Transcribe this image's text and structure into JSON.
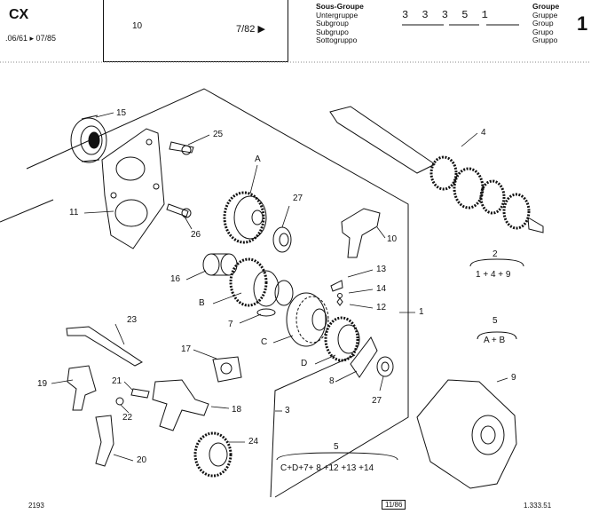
{
  "header": {
    "model": "CX",
    "date_range": ".06/61 ▸ 07/85",
    "box_number": "10",
    "box_date": "7/82 ▶",
    "subgroup_labels": [
      "Sous-Groupe",
      "Untergruppe",
      "Subgroup",
      "Subgrupo",
      "Sottogruppo"
    ],
    "subgroup_code": "3 3 3  5 1",
    "group_labels": [
      "Groupe",
      "Gruppe",
      "Group",
      "Grupo",
      "Gruppo"
    ],
    "group_number": "1"
  },
  "callouts": {
    "c15a": "15",
    "c25": "25",
    "c4": "4",
    "cA": "A",
    "c27a": "27",
    "c11": "11",
    "c26": "26",
    "c10": "10",
    "c16": "16",
    "c13": "13",
    "c14": "14",
    "c12": "12",
    "c1": "1",
    "cB": "B",
    "c7": "7",
    "cC": "C",
    "c23": "23",
    "c17": "17",
    "cD": "D",
    "c8": "8",
    "c27b": "27",
    "c19": "19",
    "c21": "21",
    "c22": "22",
    "c18": "18",
    "c3": "3",
    "c9": "9",
    "c24": "24",
    "c20": "20"
  },
  "groups": {
    "g2_num": "2",
    "g2_text": "1 + 4 + 9",
    "g5a_num": "5",
    "g5a_text": "A + B",
    "g5b_num": "5",
    "g5b_text": "C+D+7+ 8 +12 +13 +14"
  },
  "footer": {
    "left": "2193",
    "center": "11/86",
    "right": "1.333.51"
  }
}
